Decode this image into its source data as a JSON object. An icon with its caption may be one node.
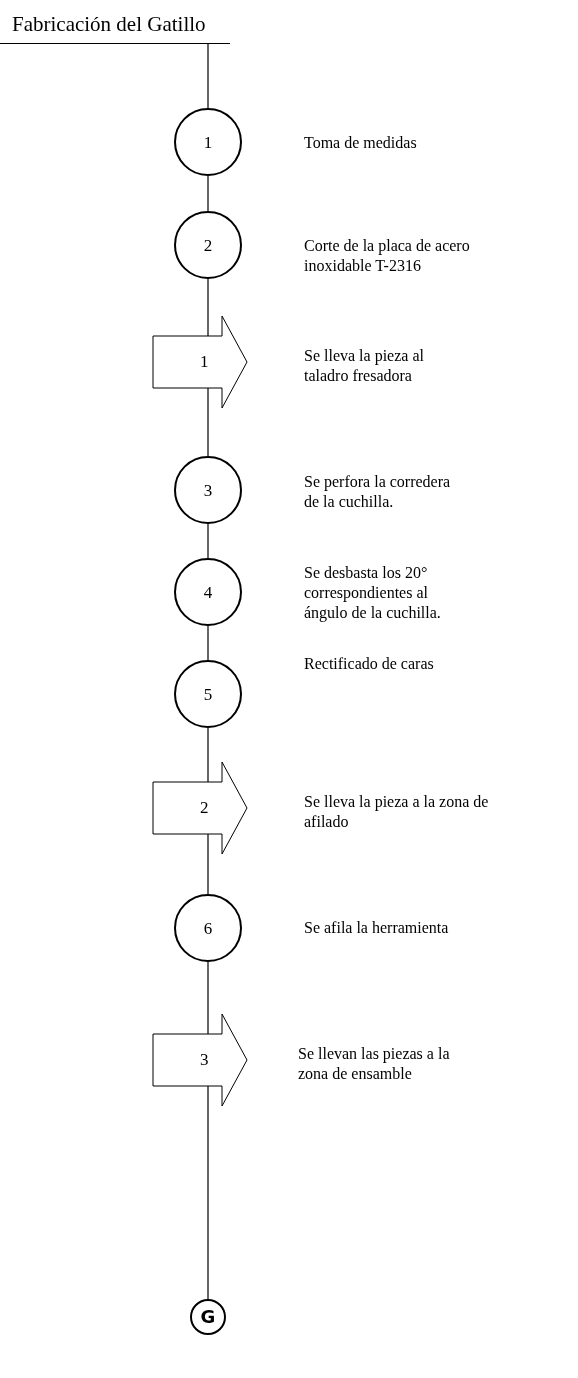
{
  "diagram": {
    "nodes": [
      {
        "text": [
          "Fabricación  del Gatillo"
        ]
      },
      {
        "text": [
          "1"
        ],
        "beside": [
          "Toma de medidas"
        ]
      },
      {
        "text": [
          "2"
        ],
        "beside": [
          "Corte de la placa de acero inoxidable T-2316"
        ]
      },
      {
        "text": [
          "1"
        ],
        "beside": [
          "Se lleva la pieza al taladro fresadora"
        ]
      },
      {
        "text": [
          "3"
        ],
        "beside": [
          "Se perfora la corredera de la cuchilla."
        ]
      },
      {
        "text": [
          "4"
        ],
        "beside": [
          "Se desbasta los 20° correspondientes  al ángulo de la cuchilla."
        ]
      },
      {
        "text": [
          "5"
        ],
        "beside": [
          "Rectificado de caras"
        ]
      },
      {
        "text": [
          "2"
        ],
        "beside": [
          "Se lleva la pieza a la zona de afilado"
        ]
      },
      {
        "text": [
          "6"
        ],
        "beside": [
          "Se afila la herramienta"
        ]
      },
      {
        "text": [
          "3"
        ],
        "beside": [
          "Se llevan las piezas a la zona de ensamble"
        ]
      },
      {
        "text": [
          "G"
        ]
      }
    ],
    "edges": [
      {
        "from": 0,
        "to": 1,
        "arrow": "none"
      },
      {
        "from": 1,
        "to": 2,
        "arrow": "none"
      },
      {
        "from": 2,
        "to": 3,
        "arrow": "none"
      },
      {
        "from": 3,
        "to": 4,
        "arrow": "none"
      },
      {
        "from": 4,
        "to": 5,
        "arrow": "none"
      },
      {
        "from": 5,
        "to": 6,
        "arrow": "none"
      },
      {
        "from": 6,
        "to": 7,
        "arrow": "none"
      },
      {
        "from": 7,
        "to": 8,
        "arrow": "none"
      },
      {
        "from": 8,
        "to": 9,
        "arrow": "none"
      },
      {
        "from": 9,
        "to": 10,
        "arrow": "none"
      }
    ]
  }
}
